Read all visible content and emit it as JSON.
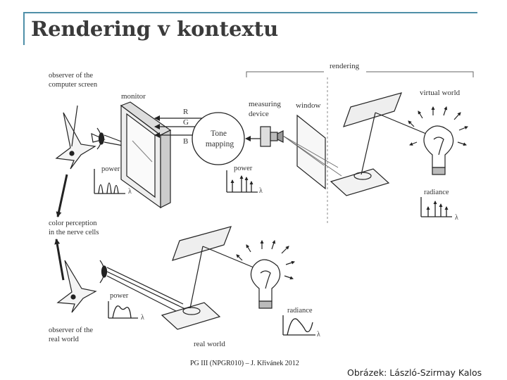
{
  "slide": {
    "title": "Rendering v kontextu",
    "footer": "PG III (NPGR010) – J. Křivánek 2012",
    "credit": "Obrázek: László-Szirmay Kalos"
  },
  "diagram": {
    "observer_screen_label": [
      "observer of the",
      "computer screen"
    ],
    "monitor_label": "monitor",
    "channel_r": "R",
    "channel_g": "G",
    "channel_b": "B",
    "tone_mapping_label": [
      "Tone",
      "mapping"
    ],
    "rendering_label": "rendering",
    "measuring_device_label": [
      "measuring",
      "device"
    ],
    "window_label": "window",
    "virtual_world_label": "virtual world",
    "power_label": "power",
    "lambda_symbol": "λ",
    "radiance_label": "radiance",
    "color_perception_label": [
      "color perception",
      "in the nerve cells"
    ],
    "observer_real_label": [
      "observer of the",
      "real world"
    ],
    "real_world_label": "real world"
  }
}
